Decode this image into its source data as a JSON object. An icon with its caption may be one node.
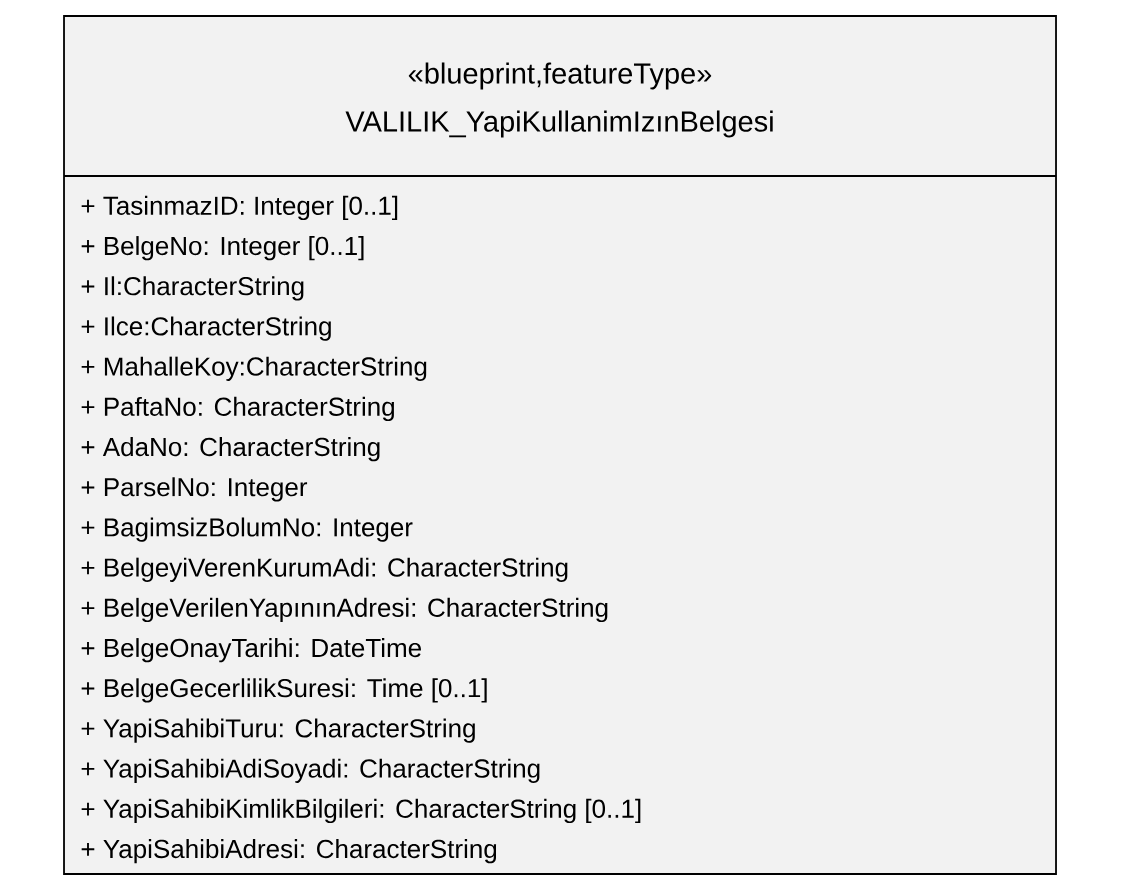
{
  "diagram": {
    "nodes": [
      {
        "text": [
          "«blueprint,featureType»",
          "VALILIK_YapiKullanimIzınBelgesi",
          "+ TasinmazID: Integer [0..1]",
          "+ BelgeNo: Integer [0..1]",
          "+ Il:CharacterString",
          "+ Ilce:CharacterString",
          "+ MahalleKoy:CharacterString",
          "+ PaftaNo: CharacterString",
          "+ AdaNo: CharacterString",
          "+ ParselNo: Integer",
          "+ BagimsizBolumNo: Integer",
          "+ BelgeyiVerenKurumAdi: CharacterString",
          "+ BelgeVerilenYapınınAdresi: CharacterString",
          "+ BelgeOnayTarihi: DateTime",
          "+ BelgeGecerlilikSuresi: Time [0..1]",
          "+ YapiSahibiTuru: CharacterString",
          "+ YapiSahibiAdiSoyadi: CharacterString",
          "+ YapiSahibiKimlikBilgileri: CharacterString [0..1]",
          "+ YapiSahibiAdresi: CharacterString"
        ]
      }
    ]
  }
}
